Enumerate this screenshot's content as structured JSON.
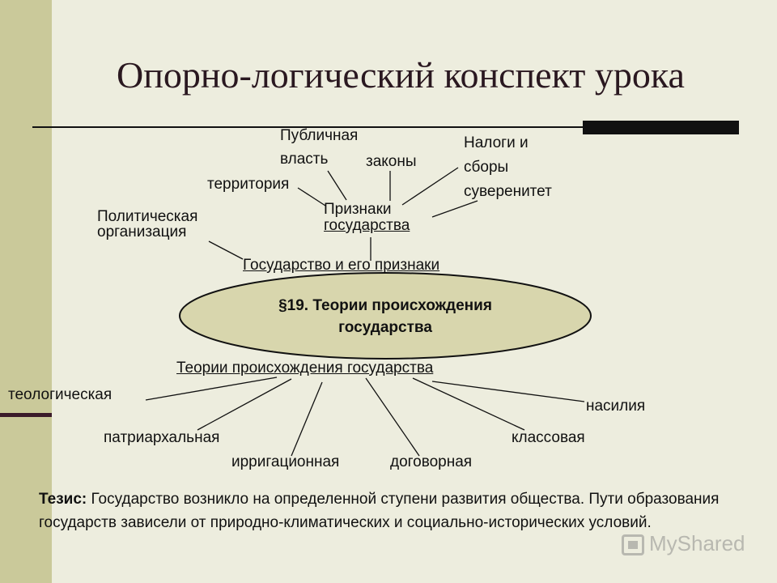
{
  "title": "Опорно-логический конспект урока",
  "center": {
    "line1": "§19. Теории происхождения",
    "line2": "государства"
  },
  "state_section": {
    "heading": "Государство и его признаки",
    "political_org": {
      "line1": "Политическая",
      "line2": "организация"
    },
    "signs": {
      "line1": "Признаки",
      "line2": "государства"
    },
    "territory": "территория",
    "public_power": {
      "line1": "Публичная",
      "line2": "власть"
    },
    "laws": "законы",
    "taxes": {
      "line1": "Налоги и",
      "line2": "сборы"
    },
    "sovereignty": "суверенитет"
  },
  "theories_section": {
    "heading": "Теории происхождения государства",
    "theological": "теологическая",
    "patriarchal": "патриархальная",
    "irrigation": "ирригационная",
    "contractual": "договорная",
    "class": "классовая",
    "violence": "насилия"
  },
  "thesis": {
    "label": "Тезис:",
    "text": "Государство возникло на определенной ступени развития общества. Пути образования государств зависели от природно-климатических и социально-исторических условий."
  },
  "watermark": "MyShared",
  "colors": {
    "background": "#ededde",
    "sidebar": "#cac99a",
    "ellipse_fill": "#d8d6ad",
    "title": "#2a1820"
  }
}
